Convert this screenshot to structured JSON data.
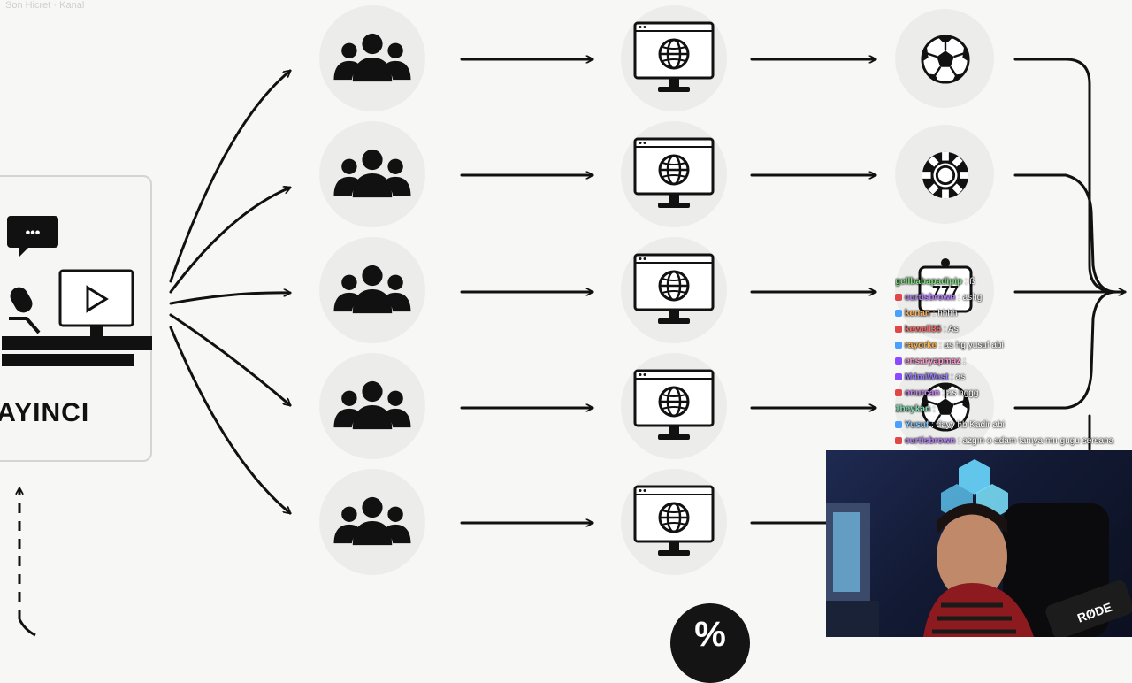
{
  "watermark": "Son Hicret · Kanal",
  "streamer": {
    "label": "YAYINCI",
    "chat_dots": "•••"
  },
  "rows": [
    {
      "end_icon": "soccer-ball-icon"
    },
    {
      "end_icon": "casino-chip-icon"
    },
    {
      "end_icon": "slot-machine-icon",
      "slot_text": "777"
    },
    {
      "end_icon": "soccer-ball-icon"
    },
    {
      "end_icon": "none"
    }
  ],
  "percent_symbol": "%",
  "chat": [
    {
      "user": "gellbabapadipip",
      "message": "ß",
      "color": "#7ee07e"
    },
    {
      "user": "curtisbrown",
      "message": "ashg",
      "color": "#b57cff"
    },
    {
      "user": "kenan",
      "message": "hhhh",
      "color": "#ffb35a"
    },
    {
      "user": "kewell35",
      "message": "As",
      "color": "#ff6a6a"
    },
    {
      "user": "rayorke",
      "message": "as hg yusuf abi",
      "color": "#ffb14a"
    },
    {
      "user": "ensaryapmaz",
      "message": "",
      "color": "#ff9ad0"
    },
    {
      "user": "M4miWest",
      "message": "as",
      "color": "#9b7cff"
    },
    {
      "user": "onurcan",
      "message": "as hggg",
      "color": "#c77dff"
    },
    {
      "user": "1beykan",
      "message": "",
      "color": "#79e0b0"
    },
    {
      "user": "Yusuf",
      "message": "dayy hb Kadir abi",
      "color": "#7fc4ff"
    },
    {
      "user": "curtisbrown",
      "message": "azgın o adam tanıya mıı gugu sersana",
      "color": "#b57cff"
    }
  ],
  "webcam": {
    "mic_brand": "RØDE"
  },
  "colors": {
    "background": "#f7f7f5",
    "ink": "#111111",
    "node": "#ececeb"
  }
}
